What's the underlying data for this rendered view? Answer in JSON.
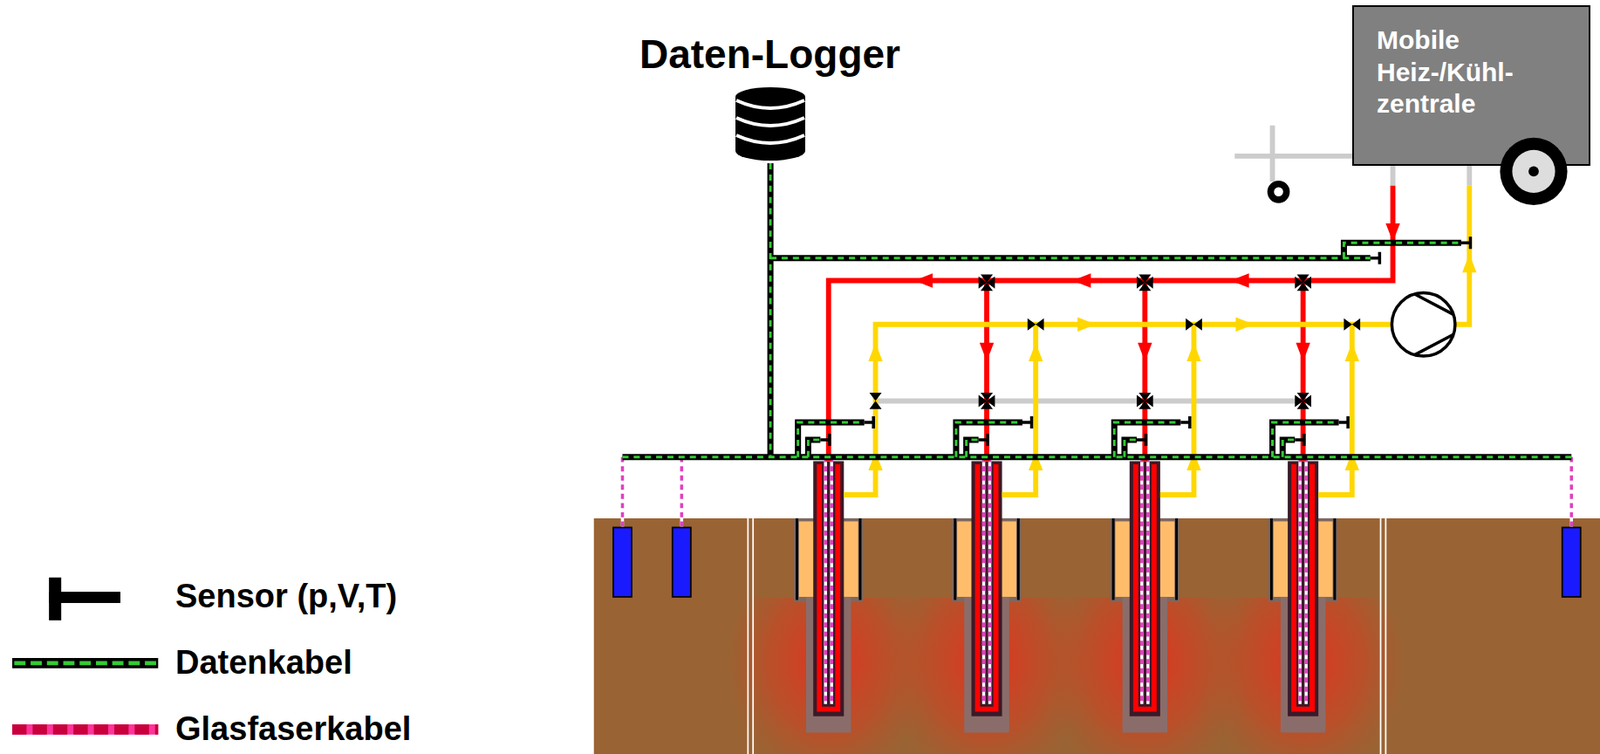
{
  "diagram": {
    "nodes": [
      {
        "text": [
          "Daten-Logger"
        ]
      },
      {
        "text": [
          "Mobile Heiz-/Kühl- zentrale"
        ]
      }
    ],
    "legend": [
      {
        "text": "Sensor (p,V,T)"
      },
      {
        "text": "Datenkabel"
      },
      {
        "text": "Glasfaserkabel"
      }
    ]
  }
}
